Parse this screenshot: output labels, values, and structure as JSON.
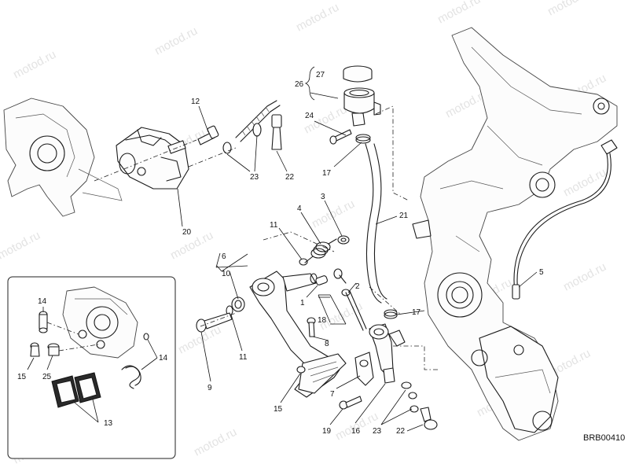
{
  "watermark": "motod.ru",
  "drawing_code": "BRB00410",
  "callouts": {
    "n1": "1",
    "n2": "2",
    "n3": "3",
    "n4": "4",
    "n5": "5",
    "n6": "6",
    "n7": "7",
    "n8": "8",
    "n9": "9",
    "n10": "10",
    "n11": "11",
    "n12": "12",
    "n13": "13",
    "n14": "14",
    "n15": "15",
    "n16": "16",
    "n17": "17",
    "n18": "18",
    "n19": "19",
    "n20": "20",
    "n21": "21",
    "n22": "22",
    "n23": "23",
    "n24": "24",
    "n25": "25",
    "n26": "26",
    "n27": "27"
  },
  "colors": {
    "line": "#1a1a1a",
    "watermark": "#e3e3e3",
    "background": "#ffffff"
  }
}
